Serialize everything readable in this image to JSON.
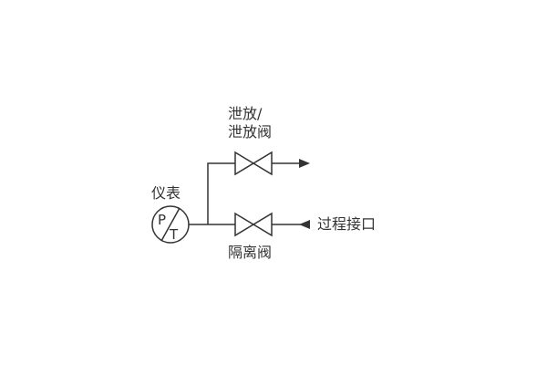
{
  "labels": {
    "drain_line1": "泄放/",
    "drain_line2": "泄放阀",
    "instrument": "仪表",
    "isolation_valve": "隔离阀",
    "process_connection": "过程接口",
    "instrument_p": "P",
    "instrument_t": "T"
  },
  "colors": {
    "stroke": "#333333"
  }
}
